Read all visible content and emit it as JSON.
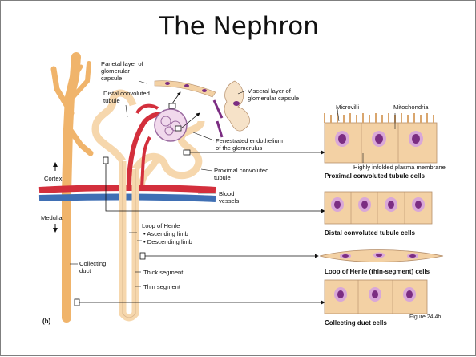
{
  "title": "The Nephron",
  "panel_label": "(b)",
  "figure_credit": "Figure 24.4b",
  "labels": {
    "parietal_layer": [
      "Parietal layer of",
      "glomerular",
      "capsule"
    ],
    "visceral_layer": [
      "Visceral layer of",
      "glomerular capsule"
    ],
    "distal_tubule": [
      "Distal convoluted",
      "tubule"
    ],
    "fenestrated": [
      "Fenestrated endothelium",
      "of the glomerulus"
    ],
    "proximal_tubule": [
      "Proximal convoluted",
      "tubule"
    ],
    "cortex": "Cortex",
    "medulla": "Medulla",
    "blood_vessels": [
      "Blood",
      "vessels"
    ],
    "loop_of_henle": "Loop of Henle",
    "ascending_limb": "• Ascending limb",
    "descending_limb": "• Descending limb",
    "collecting_duct": [
      "Collecting",
      "duct"
    ],
    "thick_segment": "Thick segment",
    "thin_segment": "Thin segment",
    "microvilli": "Microvilli",
    "mitochondria": "Mitochondria",
    "infolded_membrane": "Highly infolded plasma membrane"
  },
  "cell_captions": {
    "proximal": "Proximal convoluted tubule cells",
    "distal": "Distal convoluted tubule cells",
    "henle": "Loop of Henle (thin-segment) cells",
    "collecting": "Collecting duct cells"
  },
  "colors": {
    "tubule": "#f6d7ad",
    "collecting_duct": "#f0b46b",
    "artery": "#d32f3c",
    "vein": "#3f6fb4",
    "cell_fill": "#f3d1a4",
    "nucleus": "#7b2d82",
    "nucleus_halo": "#d9a7d8"
  }
}
